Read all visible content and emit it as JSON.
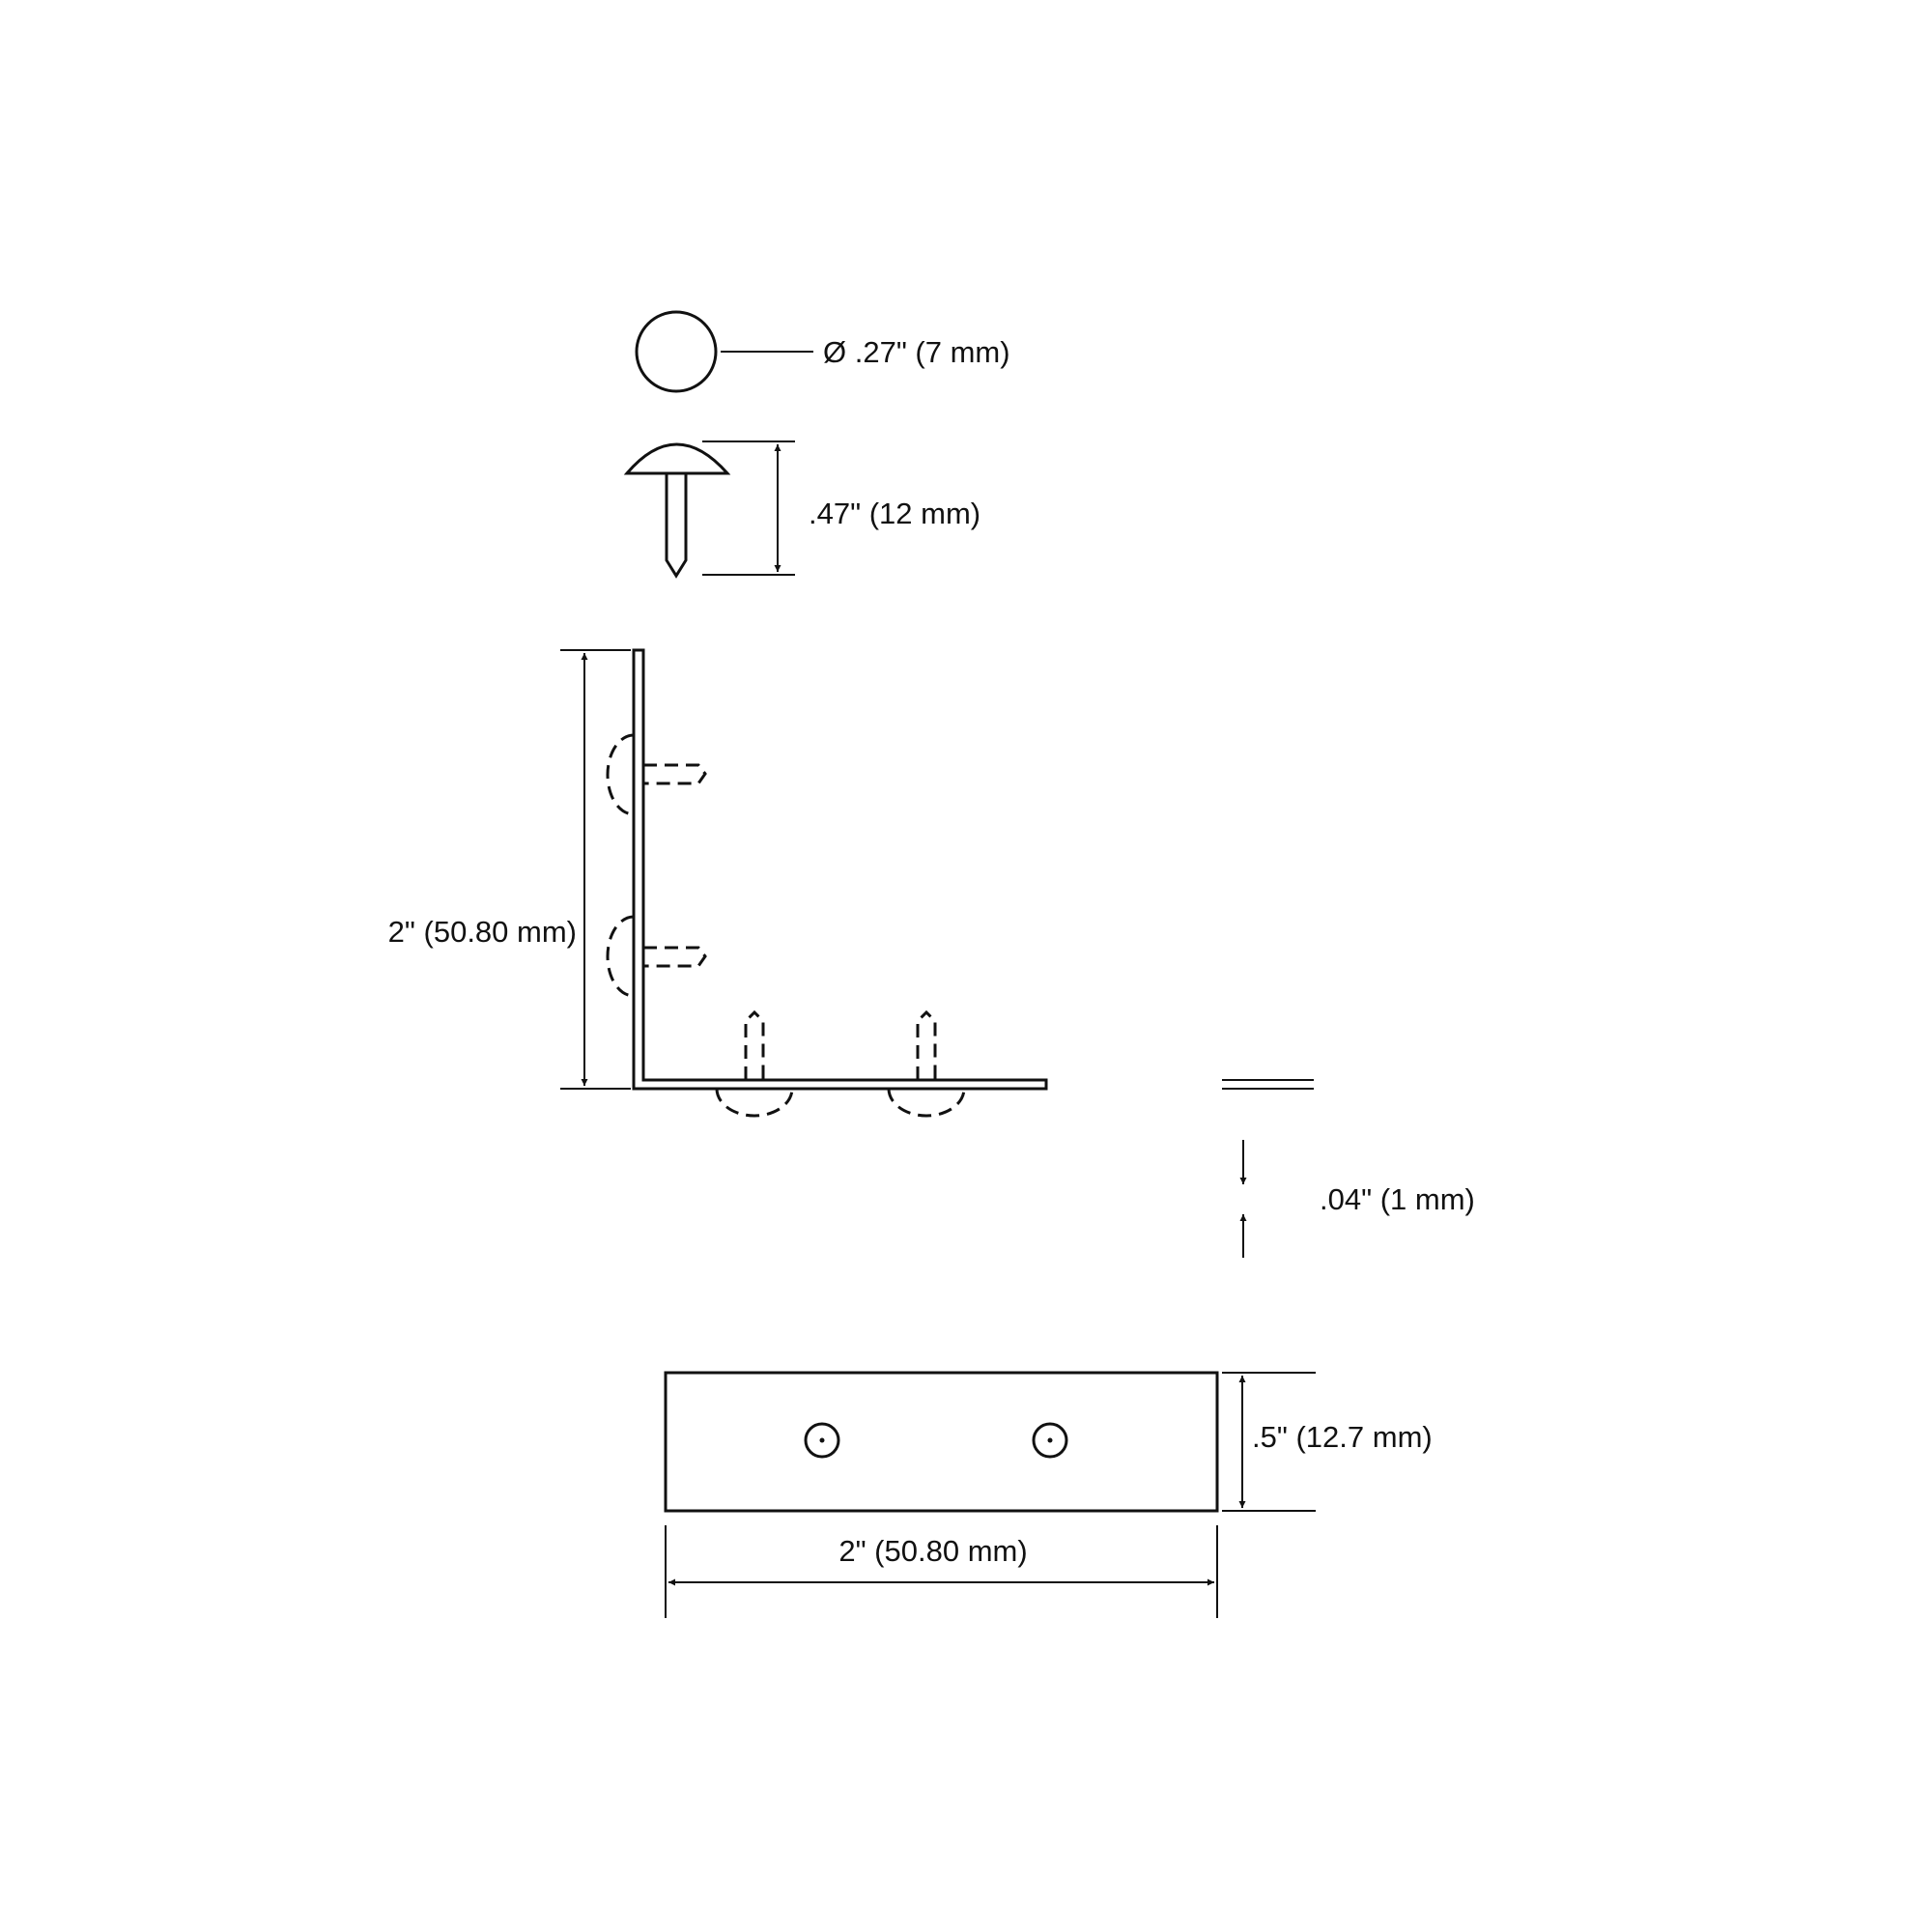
{
  "labels": {
    "head_diameter": "Ø .27\" (7 mm)",
    "nail_length": ".47\" (12 mm)",
    "bracket_height": "2\" (50.80 mm)",
    "thickness": ".04\" (1 mm)",
    "bracket_width": ".5\" (12.7 mm)",
    "bracket_length": "2\" (50.80 mm)"
  },
  "colors": {
    "line": "#111111",
    "background": "#ffffff"
  }
}
